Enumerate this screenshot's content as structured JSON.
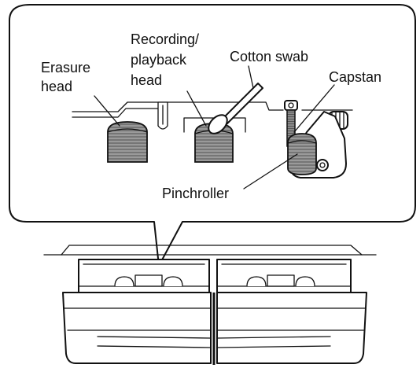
{
  "labels": {
    "erasure_head_line1": "Erasure",
    "erasure_head_line2": "head",
    "rec_play_head_line1": "Recording/",
    "rec_play_head_line2": "playback",
    "rec_play_head_line3": "head",
    "cotton_swab": "Cotton swab",
    "capstan": "Capstan",
    "pinchroller": "Pinchroller"
  },
  "colors": {
    "ink": "#111111",
    "head_shading": "#8c8c8c",
    "background": "#ffffff"
  }
}
